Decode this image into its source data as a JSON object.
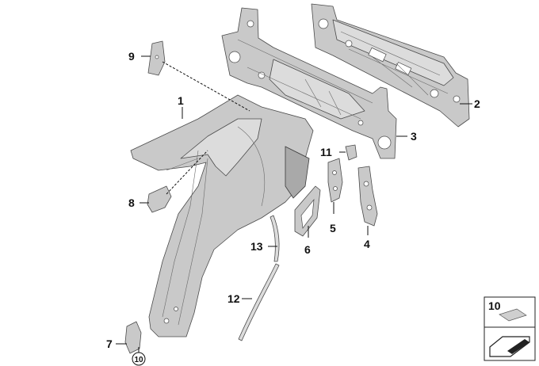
{
  "callouts": {
    "c1": "1",
    "c2": "2",
    "c3": "3",
    "c4": "4",
    "c5": "5",
    "c6": "6",
    "c7": "7",
    "c8": "8",
    "c9": "9",
    "c11": "11",
    "c12": "12",
    "c13": "13",
    "c10_circled": "10"
  },
  "legend": {
    "label": "10"
  },
  "colors": {
    "part_fill": "#c9c9c9",
    "outline": "#4a4a4a",
    "callout_text": "#111111"
  }
}
